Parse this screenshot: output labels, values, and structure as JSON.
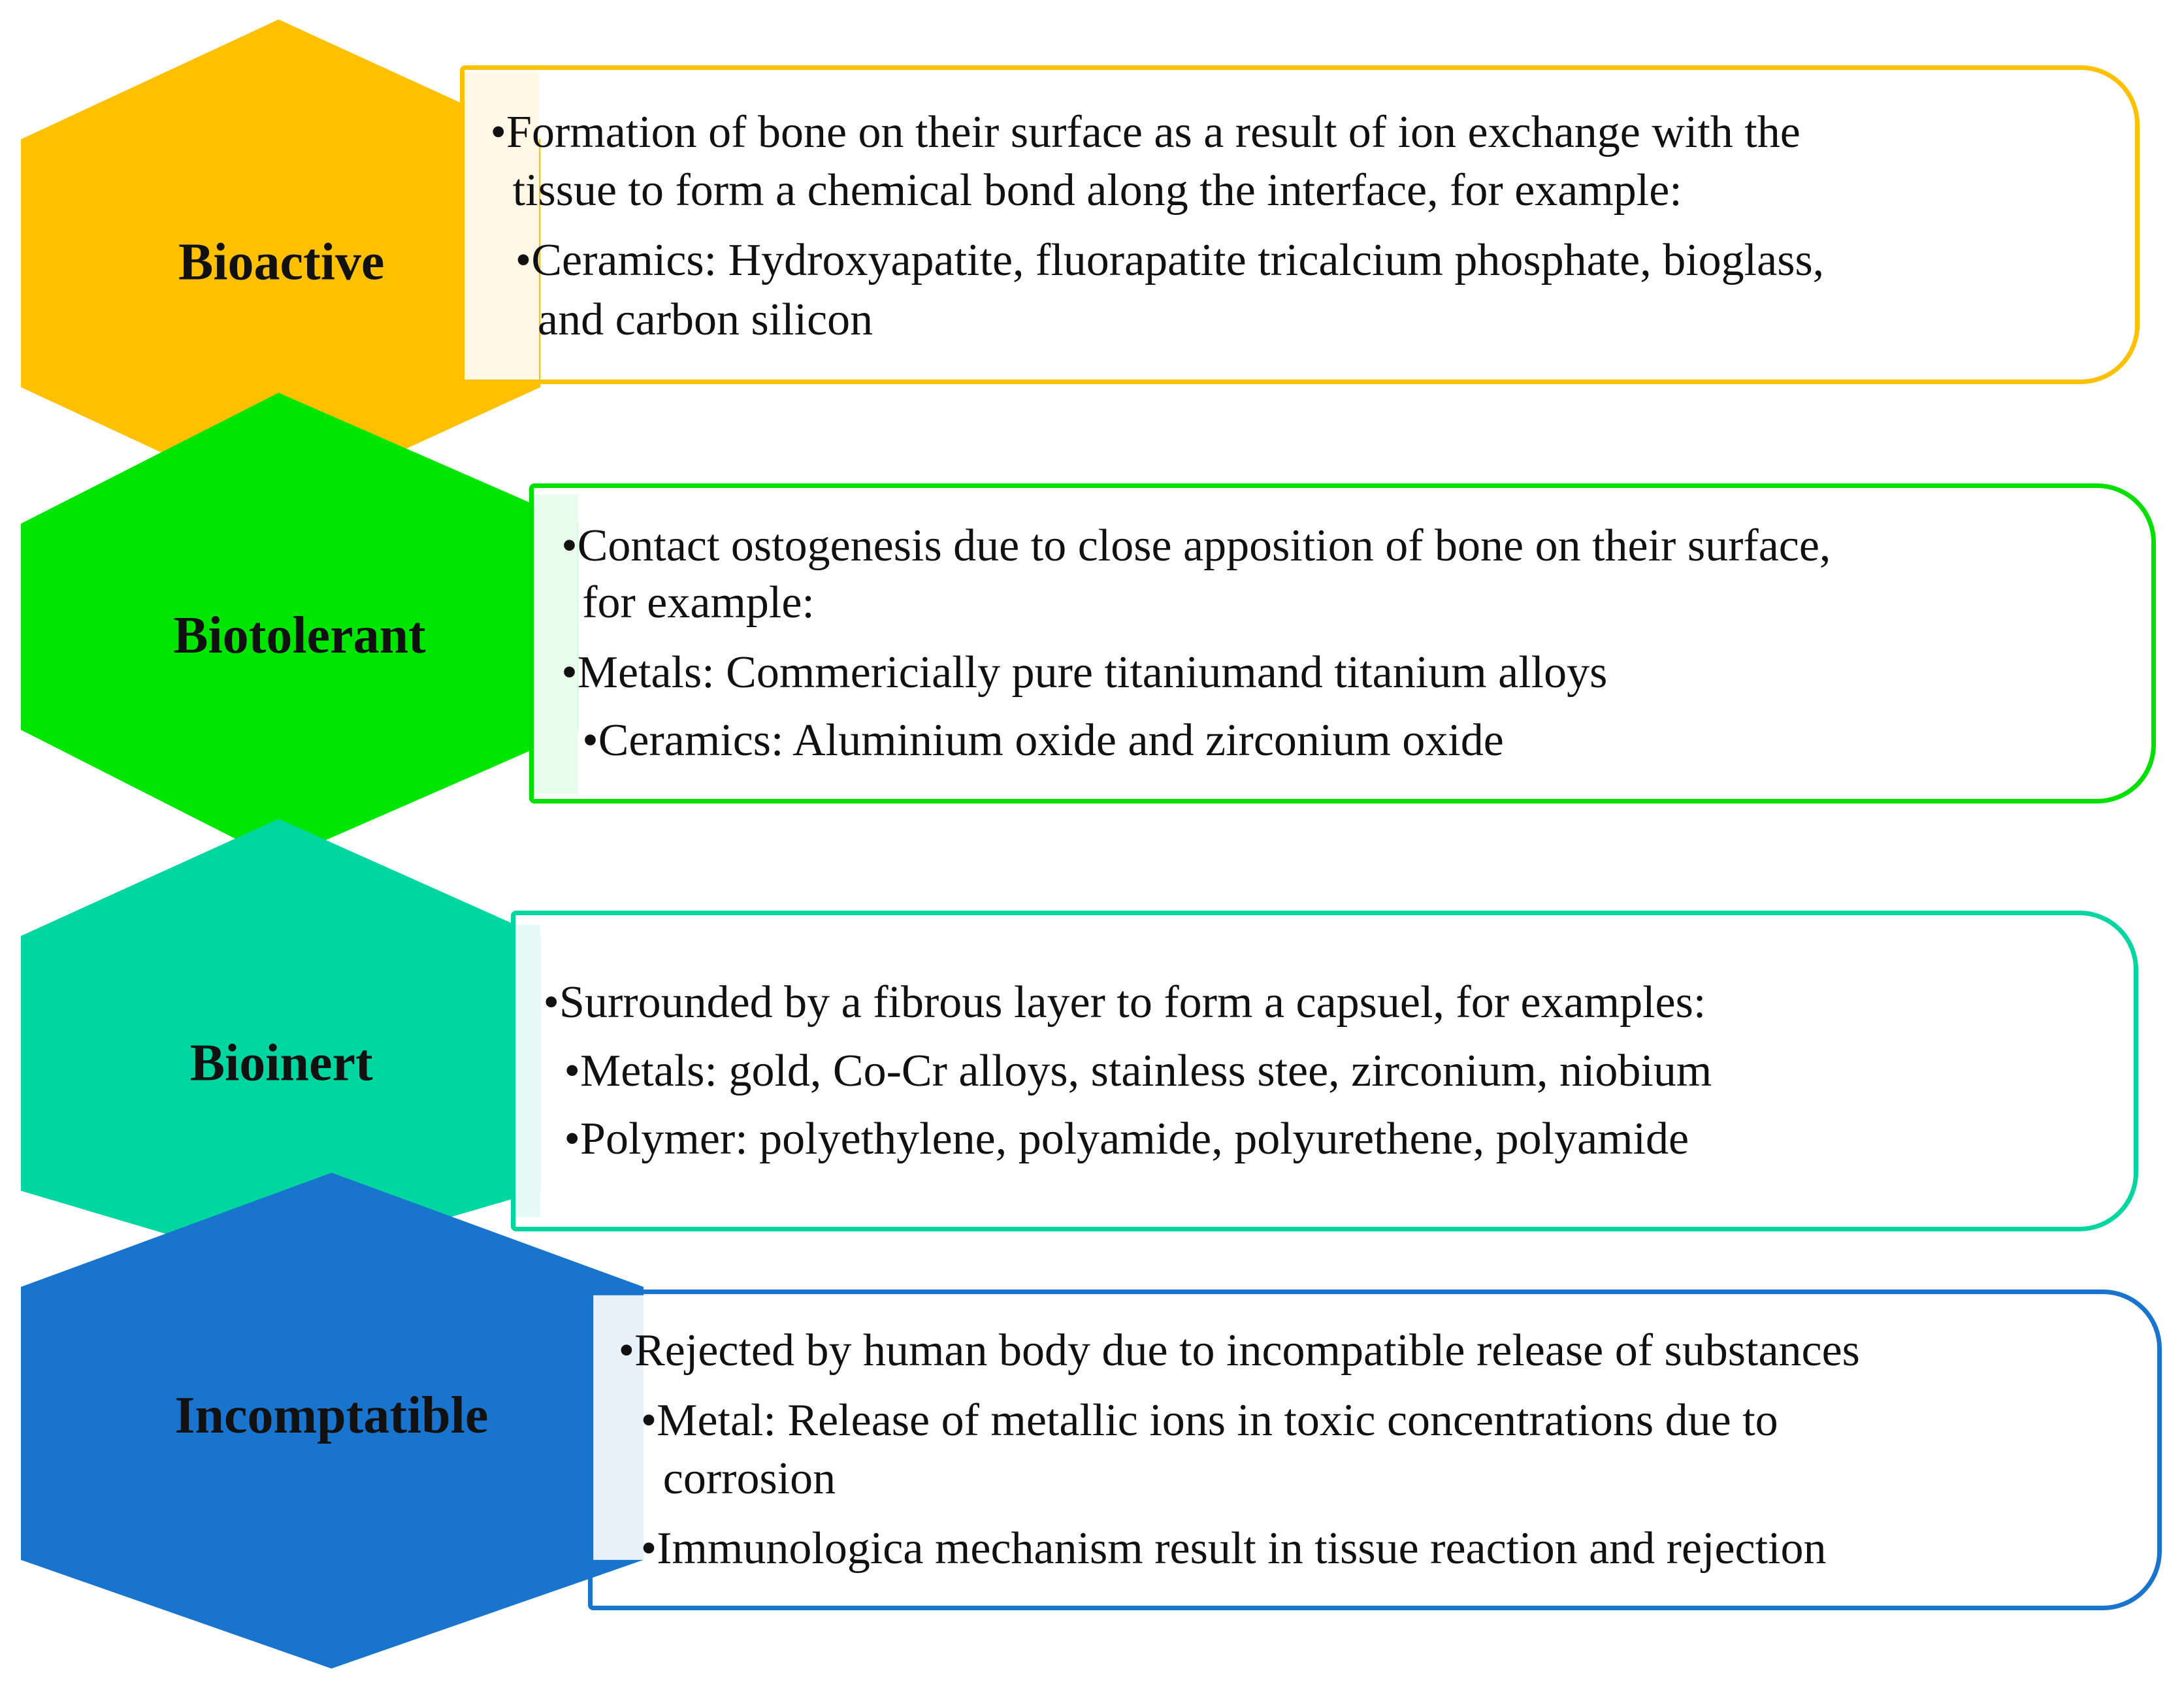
{
  "categories": [
    {
      "label": "Bioactive",
      "color": "#FFC000",
      "border_color": "#FFC000",
      "tint": "#FFF8E6",
      "lines": [
        {
          "bullet": "•",
          "text": "Formation of bone on their surface as a result of ion exchange with the"
        },
        {
          "bullet": "",
          "text": "tissue to form a chemical bond along the interface, for example:"
        },
        {
          "bullet": "•",
          "text": "Ceramics: Hydroxyapatite, fluorapatite tricalcium phosphate, bioglass,"
        },
        {
          "bullet": "",
          "text": "and carbon silicon"
        }
      ]
    },
    {
      "label": "Biotolerant",
      "color": "#00E600",
      "border_color": "#00E000",
      "tint": "#E8FDEB",
      "lines": [
        {
          "bullet": "•",
          "text": "Contact ostogenesis due to close apposition of bone on their surface,"
        },
        {
          "bullet": "",
          "text": "for example:"
        },
        {
          "bullet": "•",
          "text": "Metals: Commericially pure titaniumand titanium alloys"
        },
        {
          "bullet": "•",
          "text": "Ceramics: Aluminium oxide and zirconium oxide"
        }
      ]
    },
    {
      "label": "Bioinert",
      "color": "#00D6A0",
      "border_color": "#00D6A0",
      "tint": "#E6FAF5",
      "lines": [
        {
          "bullet": "•",
          "text": "Surrounded by a fibrous layer to form a capsuel, for examples:"
        },
        {
          "bullet": "•",
          "text": "Metals: gold, Co-Cr alloys, stainless stee, zirconium, niobium"
        },
        {
          "bullet": "•",
          "text": "Polymer: polyethylene, polyamide, polyurethene, polyamide"
        }
      ]
    },
    {
      "label": "Incomptatible",
      "color": "#1874CD",
      "border_color": "#1874CD",
      "tint": "#E8F0FA",
      "lines": [
        {
          "bullet": "•",
          "text": "Rejected by human body due to incompatible release of substances"
        },
        {
          "bullet": "•",
          "text": "Metal: Release of metallic ions in toxic concentrations due to"
        },
        {
          "bullet": "",
          "text": "corrosion"
        },
        {
          "bullet": "•",
          "text": "Immunologica mechanism result in tissue reaction and rejection"
        }
      ]
    }
  ]
}
